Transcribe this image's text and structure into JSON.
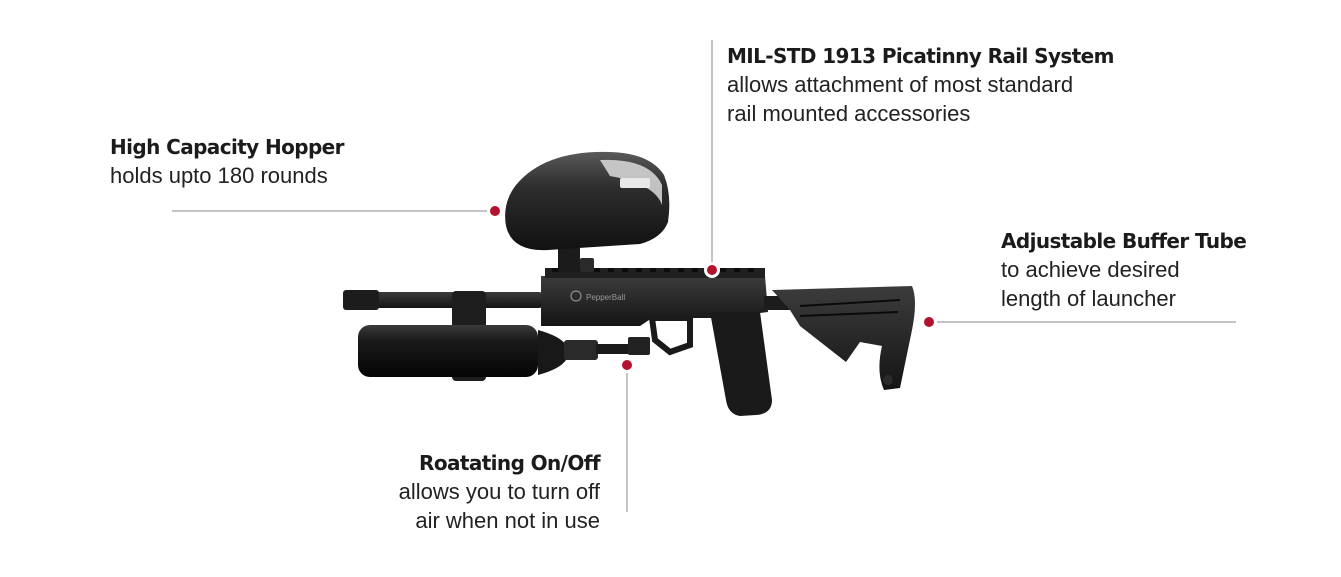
{
  "colors": {
    "marker": "#b3122e",
    "leader": "#8a8a8a",
    "text": "#1b1b1b"
  },
  "callouts": {
    "rail": {
      "title": "MIL-STD 1913 Picatinny Rail System",
      "line1": "allows attachment of most standard",
      "line2": "rail mounted accessories"
    },
    "hopper": {
      "title": "High Capacity Hopper",
      "line1": "holds upto 180 rounds"
    },
    "buffer": {
      "title": "Adjustable Buffer Tube",
      "line1": "to achieve desired",
      "line2": "length of launcher"
    },
    "valve": {
      "title": "Roatating On/Off",
      "line1": "allows you to turn off",
      "line2": "air when not in use"
    }
  },
  "product": {
    "brand_mark": "PepperBall"
  }
}
